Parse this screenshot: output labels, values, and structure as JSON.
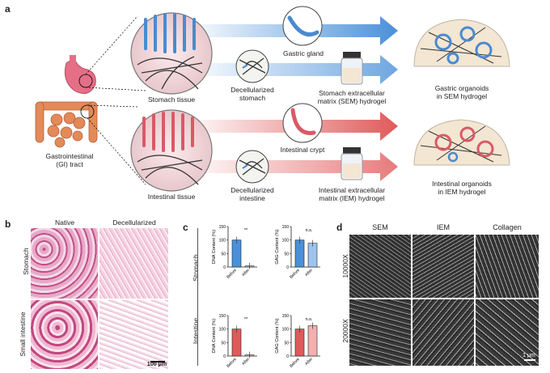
{
  "panel_letters": {
    "a": "a",
    "b": "b",
    "c": "c",
    "d": "d"
  },
  "panel_a": {
    "gi_tract": "Gastrointestinal\n(GI) tract",
    "stomach_tissue": "Stomach tissue",
    "intestinal_tissue": "Intestinal tissue",
    "gastric_gland": "Gastric gland",
    "intestinal_crypt": "Intestinal crypt",
    "decell_stomach": "Decellularized\nstomach",
    "decell_intestine": "Decellularized\nintestine",
    "sem_hydrogel": "Stomach extracellular\nmatrix (SEM) hydrogel",
    "iem_hydrogel": "Intestinal extracellular\nmatrix (IEM) hydrogel",
    "gastric_organoids": "Gastric organoids\nin SEM hydrogel",
    "intestinal_organoids": "Intestinal organoids\nin IEM hydrogel",
    "colors": {
      "stomach": "#4a90d9",
      "intestine": "#e05a5a",
      "tissue_pink": "#f2b8c0",
      "gel": "#f3e6d2"
    }
  },
  "panel_b": {
    "col_native": "Native",
    "col_decell": "Decellularized",
    "row_stomach": "Stomach",
    "row_intestine": "Small intestine",
    "scalebar": "100 μm"
  },
  "panel_c": {
    "row_stomach": "Stomach",
    "row_intestine": "Intestine",
    "dna_ylabel": "DNA Content (%)",
    "gag_ylabel": "GAG Content (%)",
    "ns": "n.s.",
    "sig": "**",
    "x_before": "Before",
    "x_after": "After",
    "ticks_dna": [
      "0",
      "50",
      "100",
      "150"
    ],
    "ticks_gag": [
      "0",
      "50",
      "100",
      "150"
    ]
  },
  "chart_data": [
    {
      "type": "bar",
      "categories": [
        "Before",
        "After"
      ],
      "values": [
        100,
        4
      ],
      "ylabel": "DNA Content (%)",
      "ylim": [
        0,
        150
      ],
      "group": "Stomach",
      "color": "#4a90d9"
    },
    {
      "type": "bar",
      "categories": [
        "Before",
        "After"
      ],
      "values": [
        100,
        88
      ],
      "ylabel": "GAG Content (%)",
      "ylim": [
        0,
        150
      ],
      "group": "Stomach",
      "color": "#4a90d9"
    },
    {
      "type": "bar",
      "categories": [
        "Before",
        "After"
      ],
      "values": [
        100,
        4
      ],
      "ylabel": "DNA Content (%)",
      "ylim": [
        0,
        150
      ],
      "group": "Intestine",
      "color": "#e05a5a"
    },
    {
      "type": "bar",
      "categories": [
        "Before",
        "After"
      ],
      "values": [
        100,
        112
      ],
      "ylabel": "GAG Content (%)",
      "ylim": [
        0,
        150
      ],
      "group": "Intestine",
      "color": "#e05a5a"
    }
  ],
  "panel_d": {
    "col_sem": "SEM",
    "col_iem": "IEM",
    "col_collagen": "Collagen",
    "row_10000": "10000X",
    "row_20000": "20000X",
    "scalebar": "1 μm"
  }
}
